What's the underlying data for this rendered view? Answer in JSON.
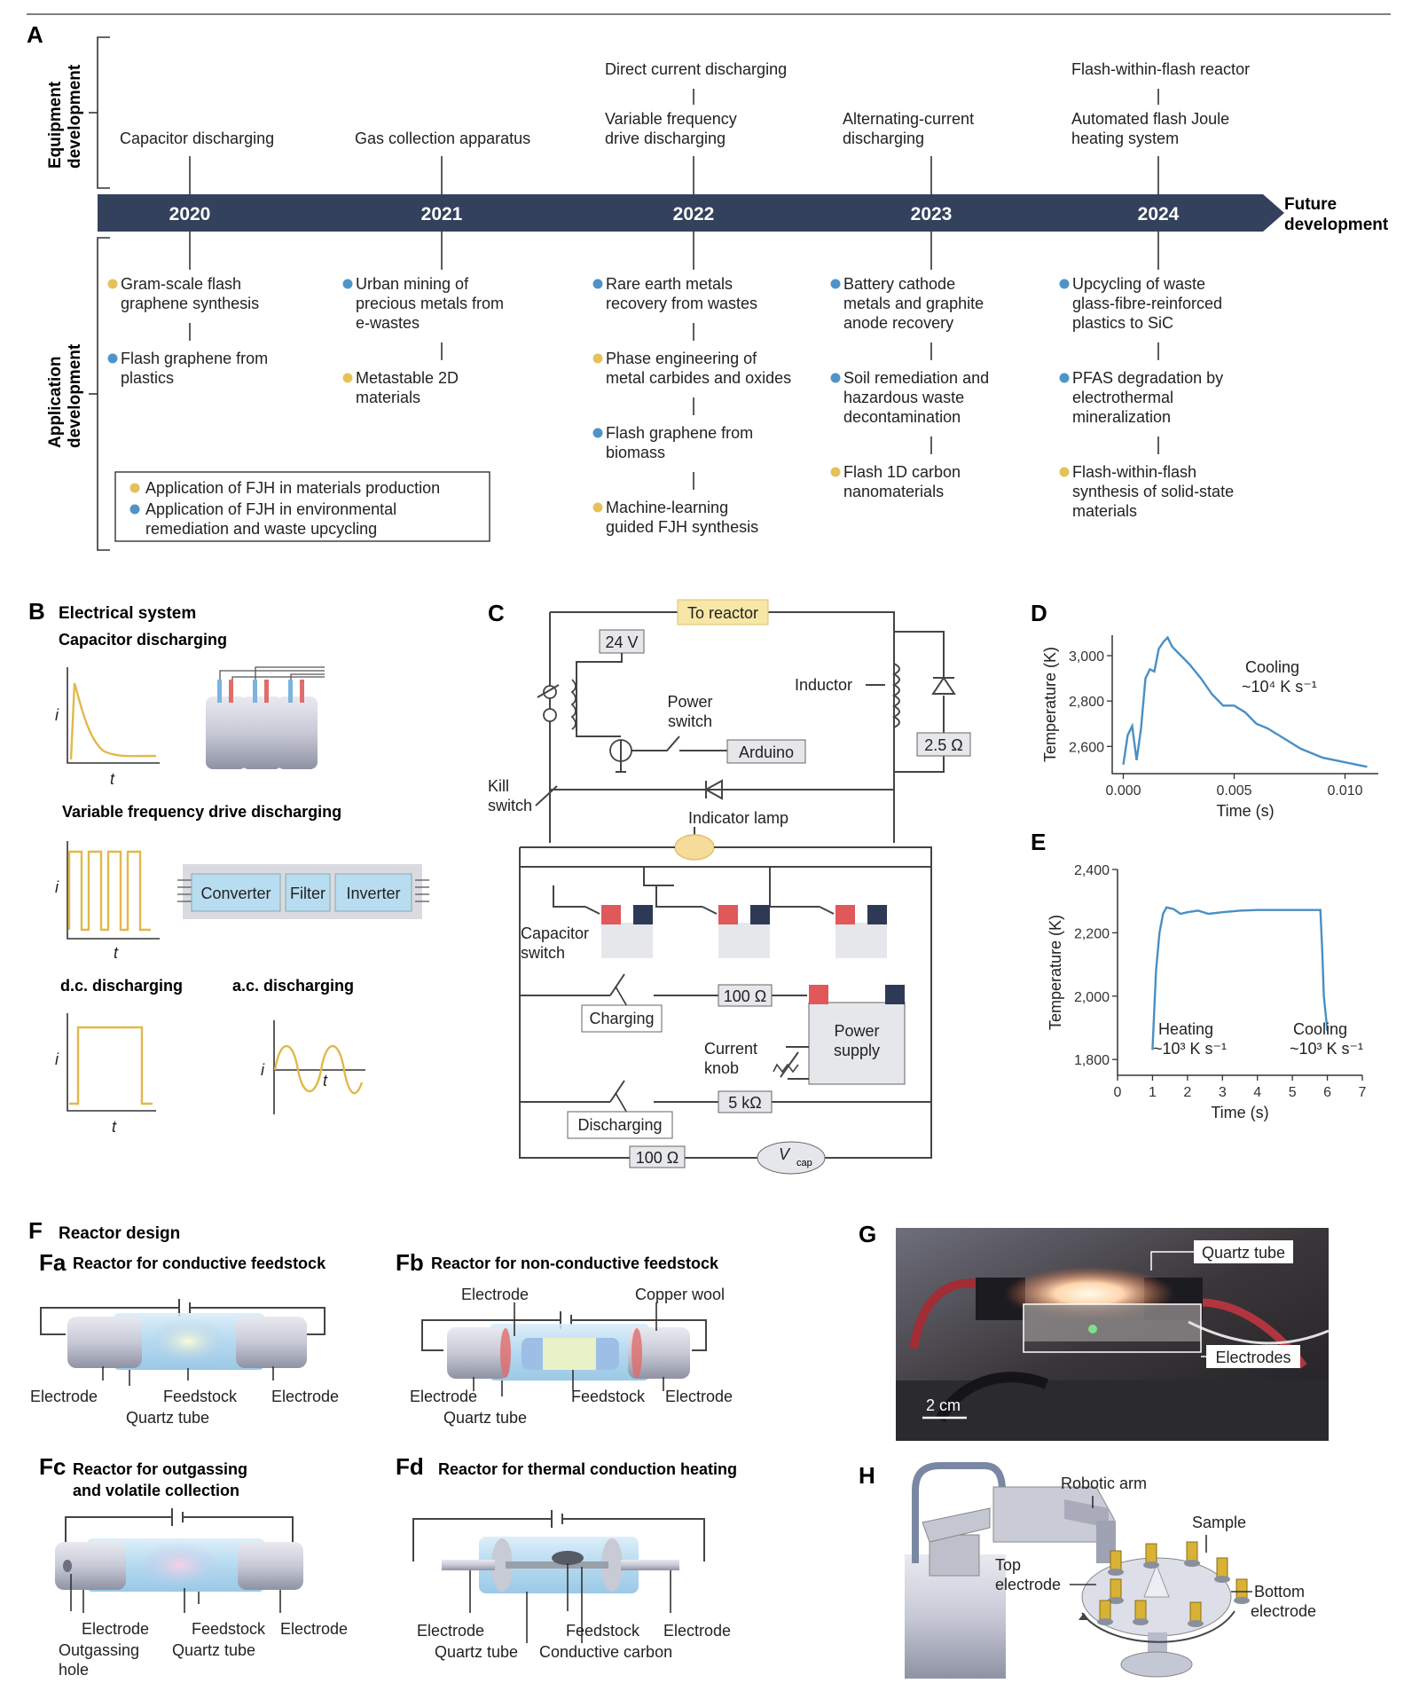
{
  "panel_a": {
    "letter": "A",
    "equipment_label": [
      "Equipment",
      "development"
    ],
    "application_label": [
      "Application",
      "development"
    ],
    "years": [
      "2020",
      "2021",
      "2022",
      "2023",
      "2024"
    ],
    "future": [
      "Future",
      "development"
    ],
    "equipment": [
      [
        [
          "Capacitor discharging"
        ]
      ],
      [
        [
          "Gas collection apparatus"
        ]
      ],
      [
        [
          "Direct current discharging"
        ],
        [
          "Variable frequency",
          "drive discharging"
        ]
      ],
      [
        [
          "Alternating-current",
          "discharging"
        ]
      ],
      [
        [
          "Flash-within-flash reactor"
        ],
        [
          "Automated flash Joule",
          "heating system"
        ]
      ]
    ],
    "applications": [
      [
        {
          "c": "yellow",
          "t": [
            "Gram-scale flash",
            "graphene synthesis"
          ]
        },
        {
          "c": "blue",
          "t": [
            "Flash graphene from",
            "plastics"
          ]
        }
      ],
      [
        {
          "c": "blue",
          "t": [
            "Urban mining of",
            "precious metals from",
            "e-wastes"
          ]
        },
        {
          "c": "yellow",
          "t": [
            "Metastable 2D",
            "materials"
          ]
        }
      ],
      [
        {
          "c": "blue",
          "t": [
            "Rare earth metals",
            "recovery from wastes"
          ]
        },
        {
          "c": "yellow",
          "t": [
            "Phase engineering of",
            "metal carbides and oxides"
          ]
        },
        {
          "c": "blue",
          "t": [
            "Flash graphene from",
            "biomass"
          ]
        },
        {
          "c": "yellow",
          "t": [
            "Machine-learning",
            "guided FJH synthesis"
          ]
        }
      ],
      [
        {
          "c": "blue",
          "t": [
            "Battery cathode",
            "metals and graphite",
            "anode recovery"
          ]
        },
        {
          "c": "blue",
          "t": [
            "Soil remediation and",
            "hazardous waste",
            "decontamination"
          ]
        },
        {
          "c": "yellow",
          "t": [
            "Flash 1D carbon",
            "nanomaterials"
          ]
        }
      ],
      [
        {
          "c": "blue",
          "t": [
            "Upcycling of waste",
            "glass-fibre-reinforced",
            "plastics to SiC"
          ]
        },
        {
          "c": "blue",
          "t": [
            "PFAS degradation by",
            "electrothermal",
            "mineralization"
          ]
        },
        {
          "c": "yellow",
          "t": [
            "Flash-within-flash",
            "synthesis of solid-state",
            "materials"
          ]
        }
      ]
    ],
    "legend": [
      {
        "c": "yellow",
        "t": [
          "Application of FJH in materials production"
        ]
      },
      {
        "c": "blue",
        "t": [
          "Application of FJH in environmental",
          "remediation and waste upcycling"
        ]
      }
    ]
  },
  "panel_b": {
    "letter": "B",
    "title": "Electrical system",
    "capacitor": "Capacitor discharging",
    "vfd": "Variable frequency drive discharging",
    "dc": "d.c. discharging",
    "ac": "a.c. discharging",
    "i": "i",
    "t": "t",
    "converter": "Converter",
    "filter": "Filter",
    "inverter": "Inverter"
  },
  "panel_c": {
    "letter": "C",
    "to_reactor": "To reactor",
    "v24": "24 V",
    "inductor": "Inductor",
    "power_switch": [
      "Power",
      "switch"
    ],
    "arduino": "Arduino",
    "r25": "2.5 Ω",
    "kill_switch": [
      "Kill",
      "switch"
    ],
    "indicator": "Indicator lamp",
    "cap_switch": [
      "Capacitor",
      "switch"
    ],
    "charging": "Charging",
    "r100": "100 Ω",
    "power_supply": [
      "Power",
      "supply"
    ],
    "current_knob": [
      "Current",
      "knob"
    ],
    "r5k": "5 kΩ",
    "discharging": "Discharging",
    "r100b": "100 Ω",
    "vcap": "V",
    "vcap_sub": "cap"
  },
  "chart_data": [
    {
      "type": "line",
      "panel": "D",
      "xlabel": "Time (s)",
      "ylabel": "Temperature (K)",
      "xlim": [
        -0.0005,
        0.0115
      ],
      "ylim": [
        2480,
        3090
      ],
      "xticks": [
        "0.000",
        "0.005",
        "0.010"
      ],
      "xtick_values": [
        0,
        0.005,
        0.01
      ],
      "yticks": [
        "2,600",
        "2,800",
        "3,000"
      ],
      "ytick_values": [
        2600,
        2800,
        3000
      ],
      "annotation": [
        "Cooling",
        "~10⁴ K s⁻¹"
      ],
      "x": [
        0.0,
        0.0002,
        0.0004,
        0.0006,
        0.0008,
        0.001,
        0.0012,
        0.0014,
        0.0016,
        0.0018,
        0.002,
        0.0022,
        0.0025,
        0.003,
        0.0035,
        0.004,
        0.0045,
        0.005,
        0.0055,
        0.006,
        0.0065,
        0.007,
        0.008,
        0.009,
        0.01,
        0.011
      ],
      "y": [
        2520,
        2650,
        2690,
        2540,
        2680,
        2900,
        2940,
        2930,
        3030,
        3060,
        3080,
        3040,
        3010,
        2960,
        2900,
        2830,
        2780,
        2780,
        2750,
        2700,
        2680,
        2650,
        2590,
        2550,
        2530,
        2510
      ]
    },
    {
      "type": "line",
      "panel": "E",
      "xlabel": "Time (s)",
      "ylabel": "Temperature (K)",
      "xlim": [
        0,
        7
      ],
      "ylim": [
        1750,
        2400
      ],
      "xticks": [
        "0",
        "1",
        "2",
        "3",
        "4",
        "5",
        "6",
        "7"
      ],
      "xtick_values": [
        0,
        1,
        2,
        3,
        4,
        5,
        6,
        7
      ],
      "yticks": [
        "1,800",
        "2,000",
        "2,200",
        "2,400"
      ],
      "ytick_values": [
        1800,
        2000,
        2200,
        2400
      ],
      "annotations": [
        [
          "Heating",
          "~10³ K s⁻¹"
        ],
        [
          "Cooling",
          "~10³ K s⁻¹"
        ]
      ],
      "x": [
        1.0,
        1.1,
        1.2,
        1.3,
        1.4,
        1.6,
        1.8,
        2.0,
        2.3,
        2.6,
        3.0,
        3.5,
        4.0,
        4.5,
        5.0,
        5.5,
        5.8,
        5.85,
        5.9,
        6.0
      ],
      "y": [
        1830,
        2080,
        2200,
        2260,
        2280,
        2275,
        2260,
        2265,
        2270,
        2260,
        2265,
        2270,
        2272,
        2272,
        2272,
        2272,
        2272,
        2150,
        2000,
        1890
      ]
    }
  ],
  "panel_f": {
    "letter": "F",
    "title": "Reactor design",
    "fa": {
      "tag": "Fa",
      "title": "Reactor for conductive feedstock",
      "labels": [
        "Electrode",
        "Feedstock",
        "Electrode",
        "Quartz tube"
      ]
    },
    "fb": {
      "tag": "Fb",
      "title": "Reactor for non-conductive feedstock",
      "labels": [
        "Electrode",
        "Copper wool",
        "Electrode",
        "Feedstock",
        "Electrode",
        "Quartz tube"
      ]
    },
    "fc": {
      "tag": "Fc",
      "title": [
        "Reactor for outgassing",
        "and volatile collection"
      ],
      "labels": [
        "Electrode",
        "Feedstock",
        "Electrode",
        "Quartz tube",
        "Outgassing",
        "hole"
      ]
    },
    "fd": {
      "tag": "Fd",
      "title": "Reactor for thermal conduction heating",
      "labels": [
        "Electrode",
        "Feedstock",
        "Electrode",
        "Quartz tube",
        "Conductive carbon"
      ]
    }
  },
  "panel_g": {
    "letter": "G",
    "quartz": "Quartz tube",
    "electrodes": "Electrodes",
    "scale": "2 cm"
  },
  "panel_h": {
    "letter": "H",
    "robotic_arm": "Robotic arm",
    "sample": "Sample",
    "top": [
      "Top",
      "electrode"
    ],
    "bottom": [
      "Bottom",
      "electrode"
    ]
  },
  "colors": {
    "blue": "#4f94c9",
    "yellow": "#e6c15a",
    "banner": "#33415c",
    "box": "#b8dcf0",
    "capred": "#e0585a",
    "capdark": "#2e3a55",
    "curve": "#e2b84a",
    "plot": "#4a8fc4",
    "lamp": "#f5dc9b"
  }
}
